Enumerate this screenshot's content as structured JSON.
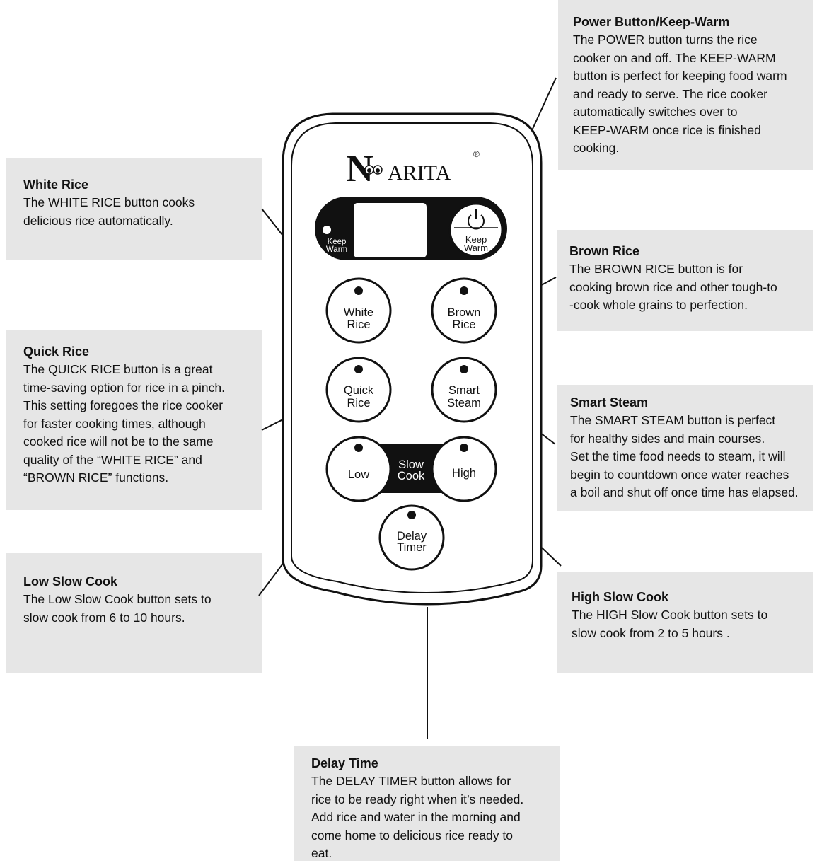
{
  "brand": {
    "name": "ARITA",
    "initial": "N",
    "registered": "®"
  },
  "panel": {
    "keep_warm_indicator": [
      "Keep",
      "Warm"
    ],
    "power_button": [
      "Keep",
      "Warm"
    ],
    "white_rice": [
      "White",
      "Rice"
    ],
    "brown_rice": [
      "Brown",
      "Rice"
    ],
    "quick_rice": [
      "Quick",
      "Rice"
    ],
    "smart_steam": [
      "Smart",
      "Steam"
    ],
    "low": "Low",
    "slow_cook": [
      "Slow",
      "Cook"
    ],
    "high": "High",
    "delay_timer": [
      "Delay",
      "Timer"
    ]
  },
  "callouts": {
    "power": {
      "title": "Power Button/Keep-Warm",
      "lines": [
        "The POWER button turns the rice",
        "cooker on and off. The KEEP-WARM",
        "button is perfect for keeping food warm",
        "and ready to serve. The rice cooker",
        "automatically switches over to",
        "KEEP-WARM once rice is finished",
        "cooking."
      ]
    },
    "white_rice": {
      "title": "White Rice",
      "lines": [
        "The WHITE RICE button cooks",
        "delicious rice automatically."
      ]
    },
    "brown_rice": {
      "title": "Brown Rice",
      "lines": [
        "The BROWN RICE button is for",
        "cooking brown rice and other tough-to",
        "-cook whole grains to perfection."
      ]
    },
    "quick_rice": {
      "title": "Quick Rice",
      "lines": [
        "The QUICK RICE button is a great",
        "time-saving option for rice in a pinch.",
        "This setting foregoes the rice cooker",
        "for faster cooking times, although",
        "cooked rice will not be to the same",
        "quality of  the “WHITE RICE” and",
        "“BROWN RICE” functions."
      ]
    },
    "smart_steam": {
      "title": "Smart Steam",
      "lines": [
        "The SMART STEAM button is perfect",
        "for healthy sides and main courses.",
        "Set the time food needs to steam, it will",
        "begin to countdown once water reaches",
        "a boil and shut off once time has elapsed."
      ]
    },
    "low_slow_cook": {
      "title": "Low Slow Cook",
      "lines": [
        "The Low Slow Cook button sets to",
        "slow cook from 6 to 10 hours."
      ]
    },
    "high_slow_cook": {
      "title": "High Slow Cook",
      "lines": [
        "The HIGH Slow Cook button sets to",
        "slow cook from 2 to 5 hours ."
      ]
    },
    "delay_time": {
      "title": "Delay Time",
      "lines": [
        "The DELAY TIMER button allows for",
        "rice to be ready right when it’s needed.",
        "Add rice and water in the morning and",
        "come home to delicious rice ready to",
        "eat."
      ]
    }
  }
}
